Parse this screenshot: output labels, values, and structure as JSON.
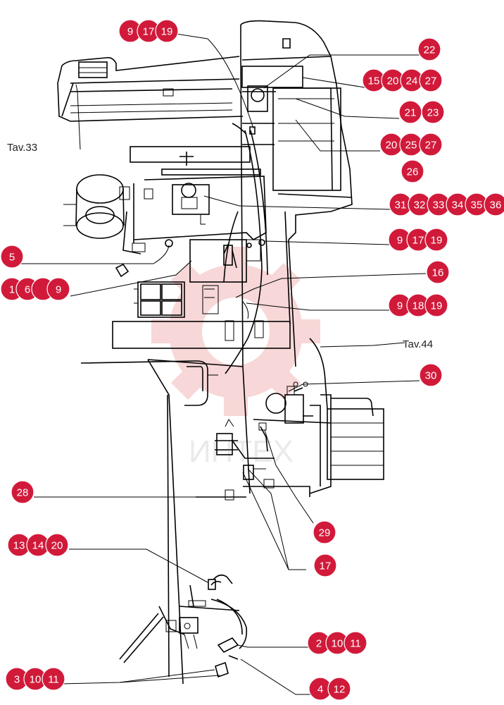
{
  "colors": {
    "badge": "#d11a3a",
    "line": "#000000",
    "watermark_gear": "#f2b8b8",
    "watermark_text": "#d9d9d9"
  },
  "watermark": {
    "text": "ИНТЕХ"
  },
  "references": {
    "tav33": "Tav.33",
    "tav44": "Tav.44"
  },
  "callouts": [
    {
      "id": "c-9-17-19-top",
      "labels": [
        "9",
        "17",
        "19"
      ]
    },
    {
      "id": "c-22",
      "labels": [
        "22"
      ]
    },
    {
      "id": "c-15-20-24-27",
      "labels": [
        "15",
        "20",
        "24",
        "27"
      ]
    },
    {
      "id": "c-21-23",
      "labels": [
        "21",
        "23"
      ]
    },
    {
      "id": "c-20-25-27",
      "labels": [
        "20",
        "25",
        "27"
      ]
    },
    {
      "id": "c-26",
      "labels": [
        "26"
      ]
    },
    {
      "id": "c-31-36",
      "labels": [
        "31",
        "32",
        "33",
        "34",
        "35",
        "36"
      ]
    },
    {
      "id": "c-9-17-19-mid",
      "labels": [
        "9",
        "17",
        "19"
      ]
    },
    {
      "id": "c-5",
      "labels": [
        "5"
      ]
    },
    {
      "id": "c-1-6-9",
      "labels": [
        "1",
        "6",
        "",
        "9"
      ]
    },
    {
      "id": "c-16",
      "labels": [
        "16"
      ]
    },
    {
      "id": "c-9-18-19",
      "labels": [
        "9",
        "18",
        "19"
      ]
    },
    {
      "id": "c-30",
      "labels": [
        "30"
      ]
    },
    {
      "id": "c-28",
      "labels": [
        "28"
      ]
    },
    {
      "id": "c-29",
      "labels": [
        "29"
      ]
    },
    {
      "id": "c-17-bottom",
      "labels": [
        "17"
      ]
    },
    {
      "id": "c-13-14-20",
      "labels": [
        "13",
        "14",
        "20"
      ]
    },
    {
      "id": "c-2-10-11",
      "labels": [
        "2",
        "10",
        "11"
      ]
    },
    {
      "id": "c-3-10-11",
      "labels": [
        "3",
        "10",
        "11"
      ]
    },
    {
      "id": "c-4-12",
      "labels": [
        "4",
        "12"
      ]
    }
  ]
}
